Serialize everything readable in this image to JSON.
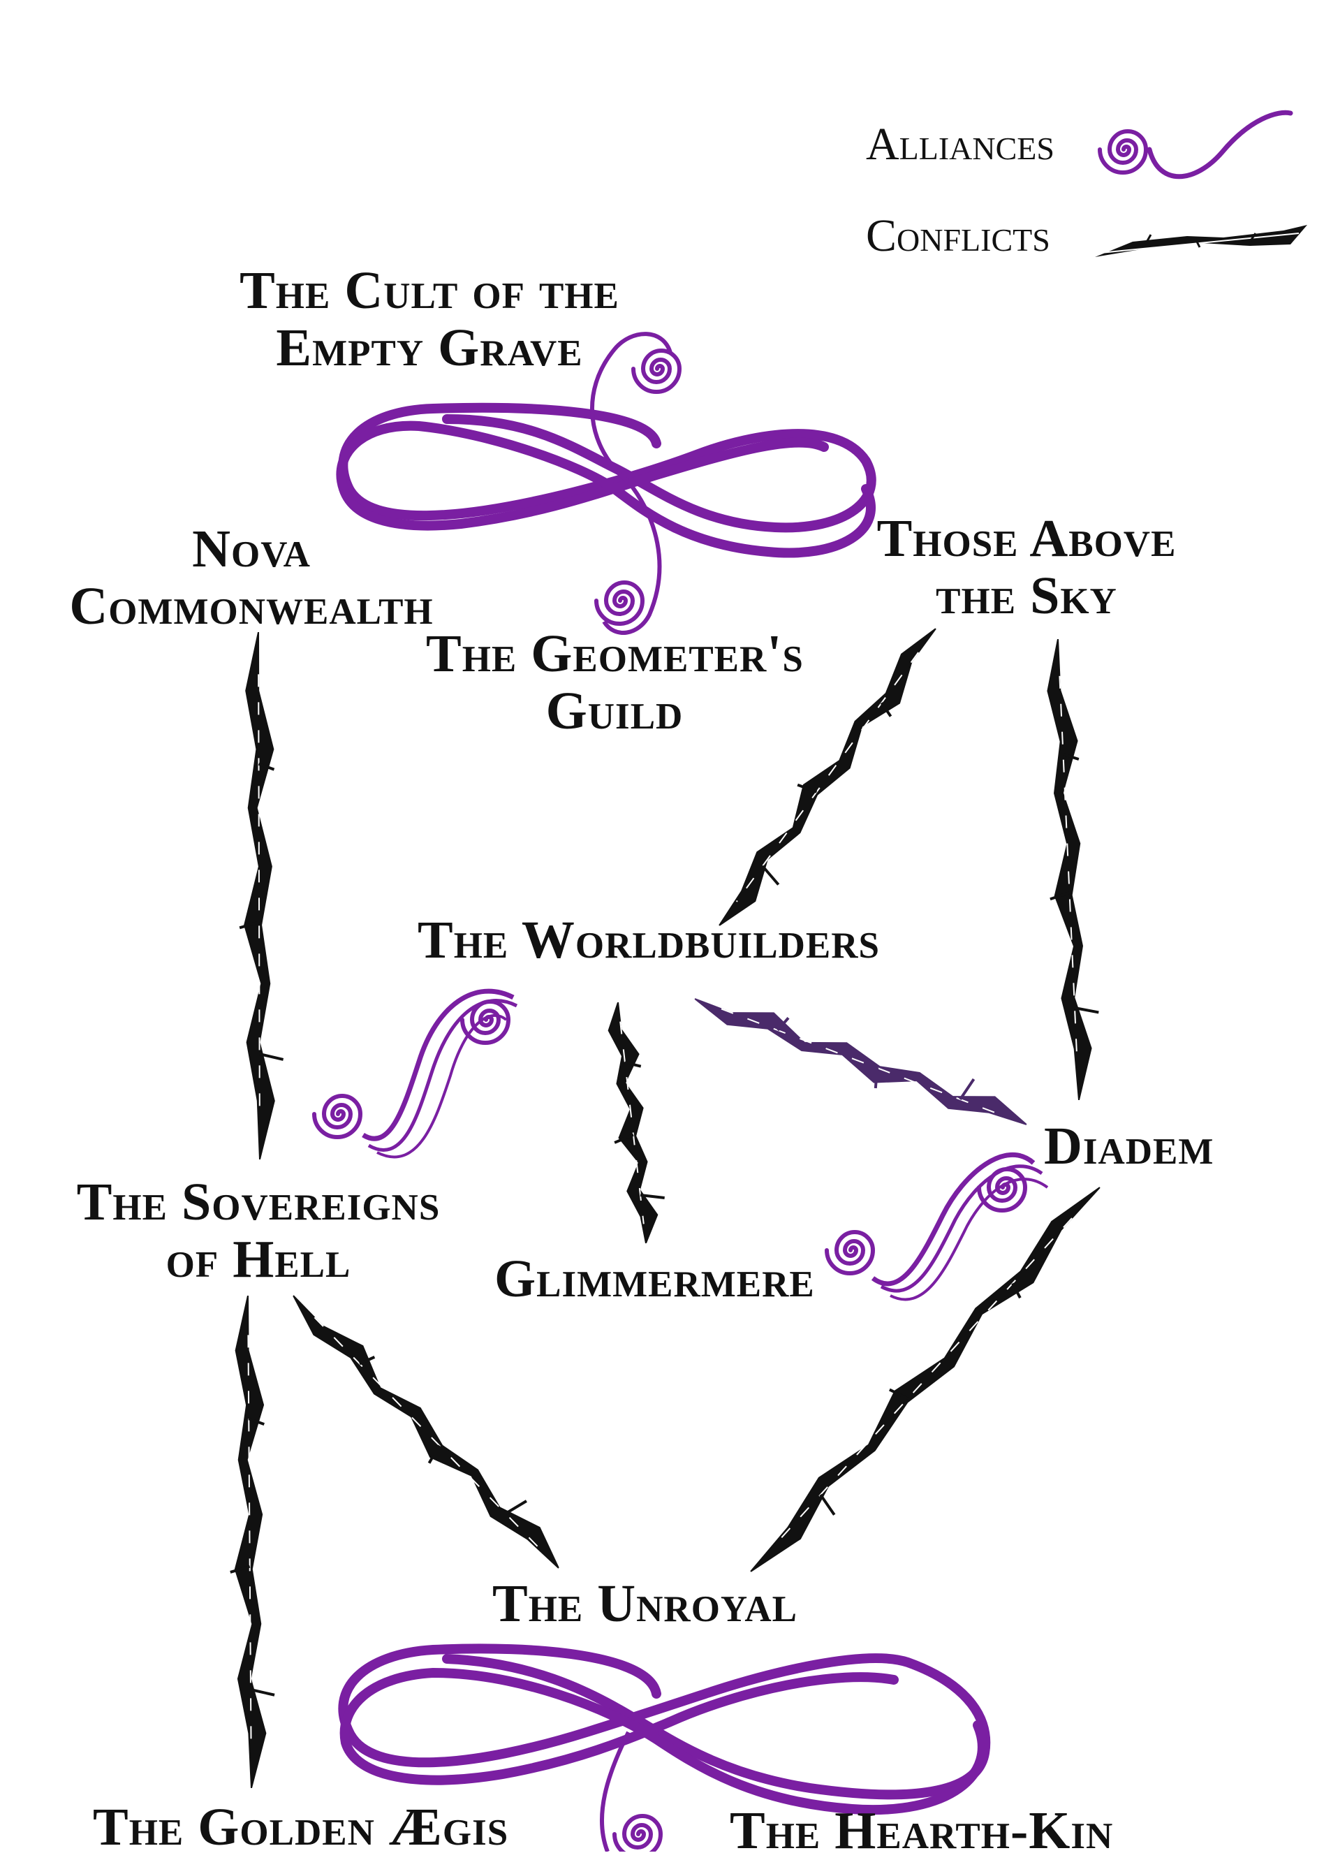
{
  "legend": {
    "alliances": "Alliances",
    "conflicts": "Conflicts"
  },
  "factions": {
    "cult": [
      "The Cult of the",
      "Empty Grave"
    ],
    "nova": [
      "Nova",
      "Commonwealth"
    ],
    "geometers": [
      "The Geometer's",
      "Guild"
    ],
    "those_above": [
      "Those Above",
      "the Sky"
    ],
    "worldbuilders": "The Worldbuilders",
    "diadem": "Diadem",
    "sovereigns": [
      "The Sovereigns",
      "of Hell"
    ],
    "glimmermere": "Glimmermere",
    "unroyal": "The Unroyal",
    "golden_aegis": "The Golden Ægis",
    "hearth_kin": "The Hearth-Kin"
  },
  "colors": {
    "alliance": "#7a1fa2",
    "conflict": "#111111",
    "conflict_accent": "#4a2a6a",
    "text": "#111111"
  }
}
